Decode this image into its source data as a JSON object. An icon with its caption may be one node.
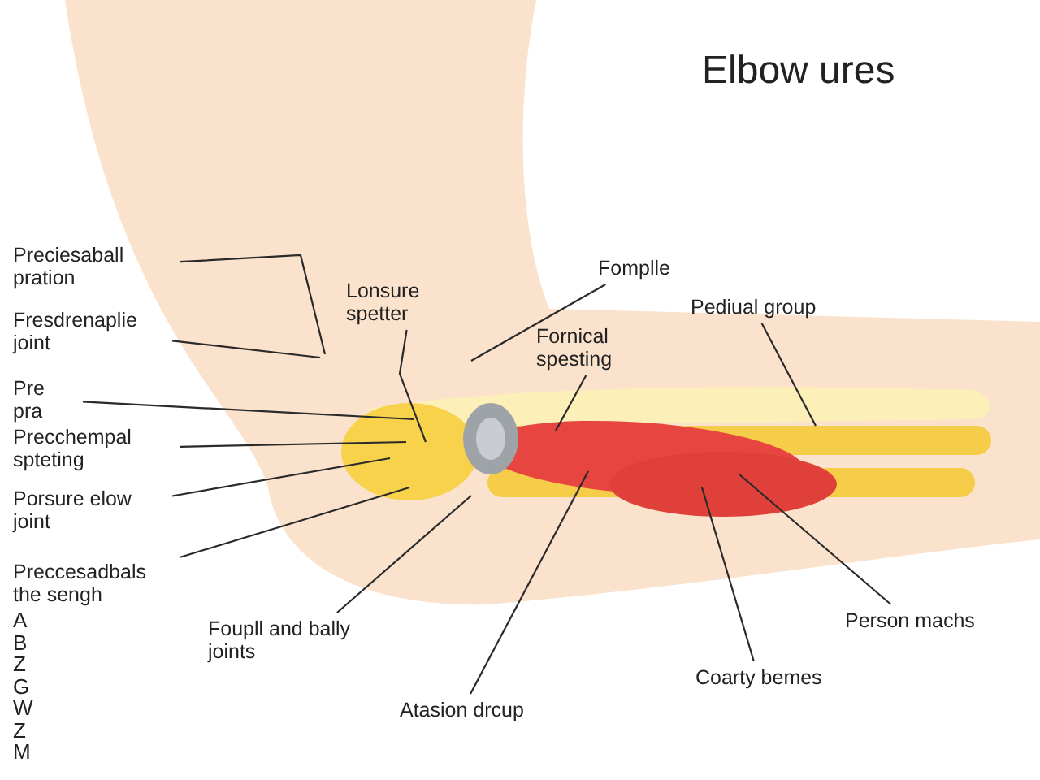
{
  "diagram": {
    "title": "Elbow ures",
    "nodes": [
      {
        "text": [
          "Preciesaball pration"
        ]
      },
      {
        "text": [
          "Fresdrenaplie joint"
        ]
      },
      {
        "text": [
          "Pre pra"
        ]
      },
      {
        "text": [
          "Precchempal spteting"
        ]
      },
      {
        "text": [
          "Porsure elow joint"
        ]
      },
      {
        "text": [
          "Preccesadbals the sengh"
        ]
      },
      {
        "text": [
          "Lonsure spetter"
        ]
      },
      {
        "text": [
          "Fomplle"
        ]
      },
      {
        "text": [
          "Fornical spesting"
        ]
      },
      {
        "text": [
          "Pediual group"
        ]
      },
      {
        "text": [
          "Foupll and bally joints"
        ]
      },
      {
        "text": [
          "Atasion drcup"
        ]
      },
      {
        "text": [
          "Coarty bemes"
        ]
      },
      {
        "text": [
          "Person machs"
        ]
      }
    ],
    "edges": [
      {
        "from": 0,
        "to": null,
        "arrow": "none"
      },
      {
        "from": 1,
        "to": null,
        "arrow": "none"
      },
      {
        "from": 2,
        "to": null,
        "arrow": "none"
      },
      {
        "from": 3,
        "to": null,
        "arrow": "none"
      },
      {
        "from": 4,
        "to": null,
        "arrow": "none"
      },
      {
        "from": 5,
        "to": null,
        "arrow": "none"
      },
      {
        "from": 6,
        "to": null,
        "arrow": "none"
      },
      {
        "from": 7,
        "to": null,
        "arrow": "none"
      },
      {
        "from": 8,
        "to": null,
        "arrow": "none"
      },
      {
        "from": 9,
        "to": null,
        "arrow": "none"
      },
      {
        "from": 10,
        "to": null,
        "arrow": "none"
      },
      {
        "from": 11,
        "to": null,
        "arrow": "none"
      },
      {
        "from": 12,
        "to": null,
        "arrow": "none"
      },
      {
        "from": 13,
        "to": null,
        "arrow": "none"
      }
    ],
    "labels": [
      "A",
      "B",
      "Z",
      "G",
      "W",
      "Z",
      "M"
    ]
  }
}
